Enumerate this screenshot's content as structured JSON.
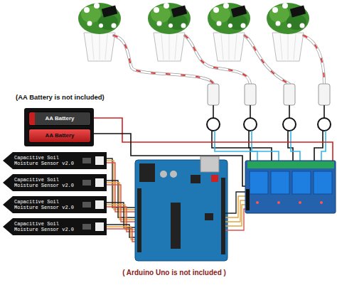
{
  "diagram": {
    "nodes": [
      {
        "text": [
          "AA Battery"
        ]
      },
      {
        "text": [
          "AA Battery"
        ]
      },
      {
        "text": [
          "Capacitive Soil Moisture Sensor v2.0"
        ]
      },
      {
        "text": [
          "Capacitive Soil Moisture Sensor v2.0"
        ]
      },
      {
        "text": [
          "Capacitive Soil Moisture Sensor v2.0"
        ]
      },
      {
        "text": [
          "Capacitive Soil Moisture Sensor v2.0"
        ]
      }
    ],
    "labels": [
      "(AA Battery is not included)",
      "( Arduino Uno is not included )"
    ]
  }
}
